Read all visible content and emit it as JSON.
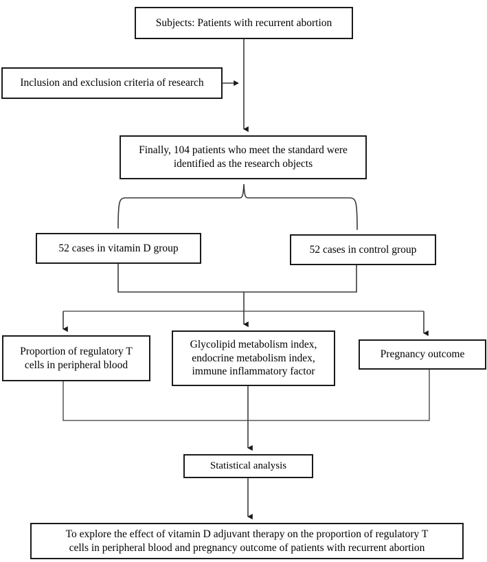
{
  "diagram": {
    "title": "Study flowchart of vitamin D adjuvant therapy in recurrent abortion",
    "type": "flowchart",
    "orientation": "top-to-bottom",
    "colors": {
      "background": "#ffffff",
      "box_border": "#1a1a1a",
      "box_fill": "#ffffff",
      "connector": "#3a3a3a",
      "text": "#000000"
    },
    "nodes": [
      {
        "id": "subjects",
        "label": "Subjects: Patients with recurrent abortion",
        "shape": "rectangle",
        "level": 1
      },
      {
        "id": "criteria",
        "label": "Inclusion and exclusion criteria of research",
        "shape": "rectangle",
        "level": 2
      },
      {
        "id": "final",
        "label": "Finally, 104 patients who meet the standard were\nidentified as the research objects",
        "shape": "rectangle",
        "level": 3
      },
      {
        "id": "vitamin_d_group",
        "label": "52 cases in vitamin D group",
        "shape": "rectangle",
        "level": 4
      },
      {
        "id": "control_group",
        "label": "52 cases in control group",
        "shape": "rectangle",
        "level": 4
      },
      {
        "id": "treg_proportion",
        "label": "Proportion of regulatory T\ncells in peripheral blood",
        "shape": "rectangle",
        "level": 5
      },
      {
        "id": "metabolism_indices",
        "label": "Glycolipid metabolism index,\nendocrine metabolism index,\nimmune inflammatory factor",
        "shape": "rectangle",
        "level": 5
      },
      {
        "id": "pregnancy_outcome",
        "label": "Pregnancy outcome",
        "shape": "rectangle",
        "level": 5
      },
      {
        "id": "statistical_analysis",
        "label": "Statistical analysis",
        "shape": "rectangle",
        "level": 6
      },
      {
        "id": "conclusion",
        "label": "To explore the effect of vitamin D adjuvant therapy on the proportion of regulatory T\ncells in peripheral blood and pregnancy outcome of patients with recurrent abortion",
        "shape": "rectangle",
        "level": 7
      }
    ],
    "edges": [
      {
        "from": "subjects",
        "to": "final",
        "style": "straight-arrow",
        "direction": "down"
      },
      {
        "from": "criteria",
        "to": "subjects-final-link",
        "style": "straight-arrow",
        "direction": "right"
      },
      {
        "from": "final",
        "to": "vitamin_d_group",
        "style": "brace-split",
        "direction": "down"
      },
      {
        "from": "final",
        "to": "control_group",
        "style": "brace-split",
        "direction": "down"
      },
      {
        "from": "vitamin_d_group",
        "to": "merge-bar-1",
        "style": "elbow",
        "direction": "down"
      },
      {
        "from": "control_group",
        "to": "merge-bar-1",
        "style": "elbow",
        "direction": "down"
      },
      {
        "from": "merge-bar-1",
        "to": "treg_proportion",
        "style": "elbow-arrow",
        "direction": "down"
      },
      {
        "from": "merge-bar-1",
        "to": "metabolism_indices",
        "style": "straight-arrow",
        "direction": "down"
      },
      {
        "from": "merge-bar-1",
        "to": "pregnancy_outcome",
        "style": "elbow-arrow",
        "direction": "down"
      },
      {
        "from": "treg_proportion",
        "to": "merge-bar-2",
        "style": "elbow",
        "direction": "down"
      },
      {
        "from": "metabolism_indices",
        "to": "merge-bar-2",
        "style": "elbow",
        "direction": "down"
      },
      {
        "from": "pregnancy_outcome",
        "to": "merge-bar-2",
        "style": "elbow",
        "direction": "down"
      },
      {
        "from": "merge-bar-2",
        "to": "statistical_analysis",
        "style": "straight-arrow",
        "direction": "down"
      },
      {
        "from": "statistical_analysis",
        "to": "conclusion",
        "style": "straight-arrow",
        "direction": "down"
      }
    ]
  }
}
